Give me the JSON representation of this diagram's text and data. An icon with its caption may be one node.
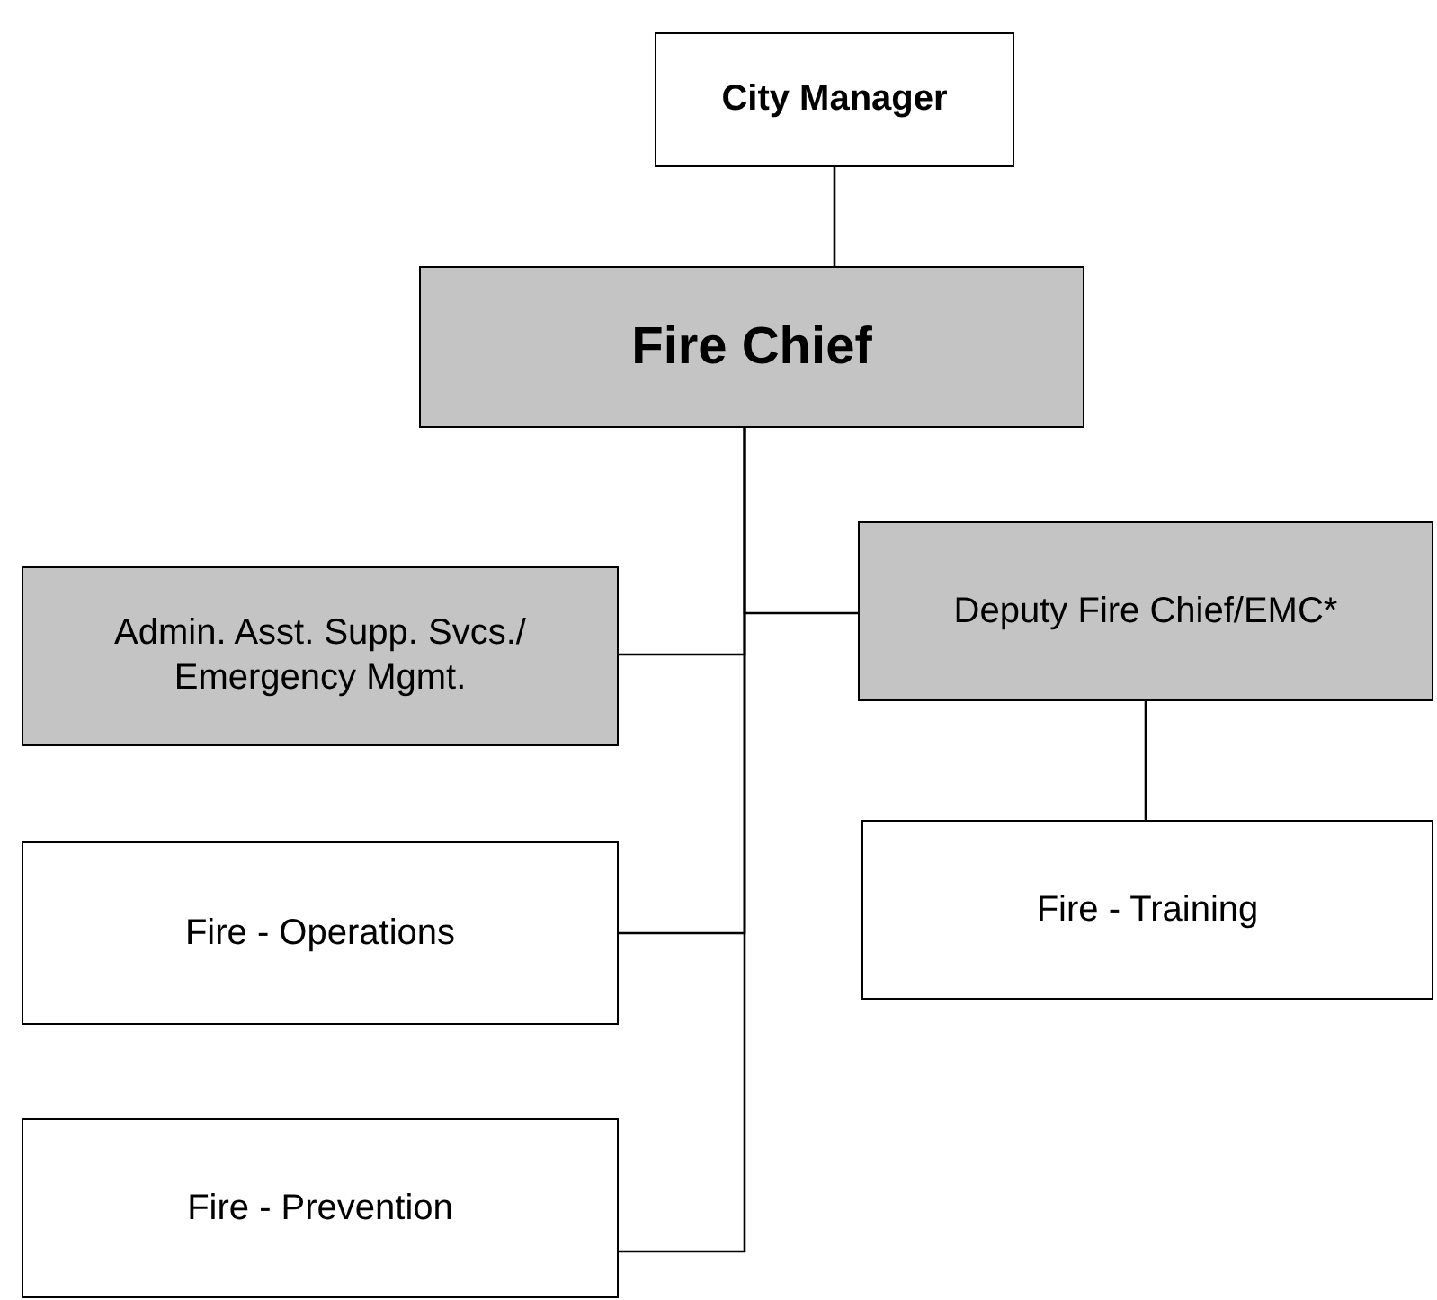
{
  "diagram": {
    "nodes": [
      {
        "text": [
          "City Manager"
        ]
      },
      {
        "text": [
          "Fire Chief"
        ]
      },
      {
        "text": [
          "Admin. Asst. Supp. Svcs./ Emergency Mgmt."
        ]
      },
      {
        "text": [
          "Deputy Fire Chief/EMC*"
        ]
      },
      {
        "text": [
          "Fire - Operations"
        ]
      },
      {
        "text": [
          "Fire - Training"
        ]
      },
      {
        "text": [
          "Fire - Prevention"
        ]
      }
    ],
    "edges": [
      {
        "from": 0,
        "to": 1,
        "arrow": "none"
      },
      {
        "from": 1,
        "to": 2,
        "arrow": "none"
      },
      {
        "from": 1,
        "to": 3,
        "arrow": "none"
      },
      {
        "from": 1,
        "to": 4,
        "arrow": "none"
      },
      {
        "from": 1,
        "to": 6,
        "arrow": "none"
      },
      {
        "from": 3,
        "to": 5,
        "arrow": "none"
      }
    ]
  }
}
